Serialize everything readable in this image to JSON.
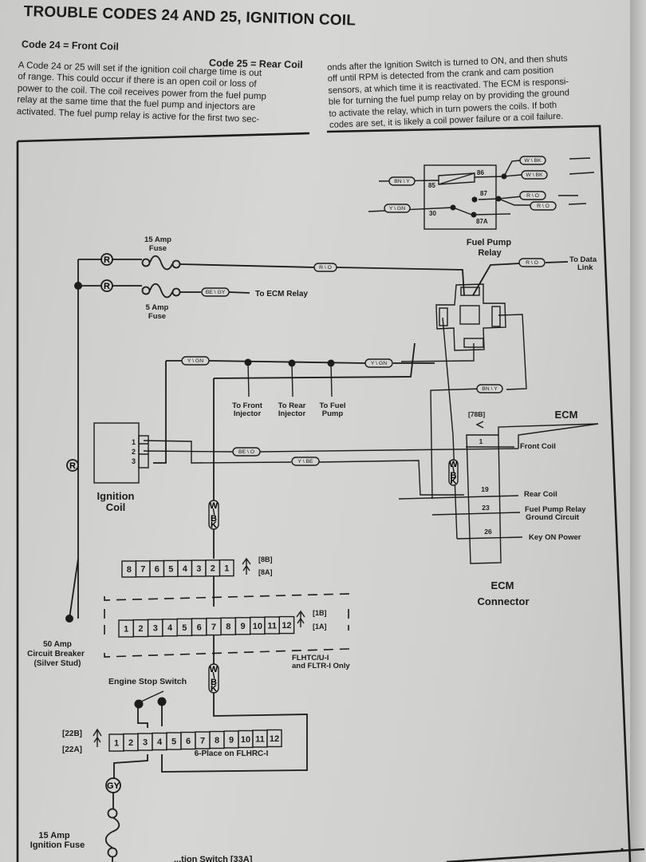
{
  "header": {
    "title": "TROUBLE CODES 24 AND 25, IGNITION COIL",
    "code24": "Code 24 = Front Coil",
    "code25": "Code 25  = Rear Coil"
  },
  "description": {
    "left_lines": [
      "A Code 24 or 25 will set if the ignition coil charge time is out",
      "of range. This could occur if there is an open coil or loss of",
      "power to the coil. The coil receives power from the fuel pump",
      "relay at the same time that the fuel pump and injectors are",
      "activated. The fuel pump relay is active for the first two sec-"
    ],
    "right_lines": [
      "onds after the Ignition Switch is turned to ON, and then shuts",
      "off until RPM is detected from the crank and cam position",
      "sensors, at which time it is reactivated. The ECM is responsi-",
      "ble for turning the fuel pump relay on by providing the ground",
      "to activate the relay, which in turn powers the coils. If both",
      "codes are set, it is likely a coil power failure or a coil failure."
    ]
  },
  "diagram": {
    "relay": {
      "title_line1": "Fuel Pump",
      "title_line2": "Relay",
      "pins": {
        "p85": "85",
        "p86": "86",
        "p87": "87",
        "p30": "30",
        "p87a": "87A"
      },
      "wires": {
        "bn_y": "BN \\ Y",
        "y_gn": "Y \\ GN",
        "w_bk_1": "W \\ BK",
        "w_bk_2": "W \\ BK",
        "r_o_1": "R \\ O",
        "r_o_2": "R \\ O"
      }
    },
    "fuses": {
      "fuse15_line1": "15 Amp",
      "fuse15_line2": "Fuse",
      "fuse5_line1": "5 Amp",
      "fuse5_line2": "Fuse",
      "r_label": "R",
      "r_o": "R \\ O",
      "be_gy": "BE \\ GY",
      "to_ecm_relay": "To ECM Relay",
      "r_o_data": "R \\ O",
      "to_data_link_1": "To Data",
      "to_data_link_2": "Link"
    },
    "bus": {
      "y_gn_left": "Y \\ GN",
      "y_gn_right": "Y \\ GN",
      "bn_y": "BN \\ Y",
      "to_front_injector_1": "To Front",
      "to_front_injector_2": "Injector",
      "to_rear_injector_1": "To Rear",
      "to_rear_injector_2": "Injector",
      "to_fuel_pump_1": "To Fuel",
      "to_fuel_pump_2": "Pump"
    },
    "coil": {
      "label_line1": "Ignition",
      "label_line2": "Coil",
      "pins": [
        "1",
        "2",
        "3"
      ],
      "be_o": "BE \\ O",
      "y_be": "Y \\ BE",
      "r_label": "R",
      "w_bk": [
        "W",
        "\\",
        "B",
        "K"
      ]
    },
    "ecm": {
      "title": "ECM",
      "connector_line1": "ECM",
      "connector_line2": "Connector",
      "connector_ref": "[78B]",
      "pins": [
        {
          "num": "1",
          "label": "Front Coil"
        },
        {
          "num": "19",
          "label": "Rear Coil"
        },
        {
          "num": "23",
          "label": "Fuel Pump Relay",
          "label2": "Ground Circuit"
        },
        {
          "num": "26",
          "label": "Key ON Power"
        }
      ],
      "w_bk": [
        "W",
        "\\",
        "B",
        "K"
      ]
    },
    "connector8": {
      "cells": [
        "8",
        "7",
        "6",
        "5",
        "4",
        "3",
        "2",
        "1"
      ],
      "ref_b": "[8B]",
      "ref_a": "[8A]"
    },
    "connector12": {
      "cells": [
        "1",
        "2",
        "3",
        "4",
        "5",
        "6",
        "7",
        "8",
        "9",
        "10",
        "11",
        "12"
      ],
      "ref_b": "[1B]",
      "ref_a": "[1A]",
      "note_line1": "FLHTC/U-I",
      "note_line2": "and FLTR-I Only"
    },
    "breaker": {
      "line1": "50 Amp",
      "line2": "Circuit Breaker",
      "line3": "(Silver Stud)"
    },
    "engine_stop": {
      "label": "Engine Stop Switch",
      "w_bk": [
        "W",
        "\\",
        "B",
        "K"
      ]
    },
    "connector22": {
      "cells": [
        "1",
        "2",
        "3",
        "4",
        "5",
        "6",
        "7",
        "8",
        "9",
        "10",
        "11",
        "12"
      ],
      "ref_b": "[22B]",
      "ref_a": "[22A]",
      "note": "6-Place on FLHRC-I"
    },
    "ign_fuse": {
      "gy": "GY",
      "line1": "15 Amp",
      "line2": "Ignition Fuse",
      "switch_label": "...tion Switch [33A]"
    }
  }
}
